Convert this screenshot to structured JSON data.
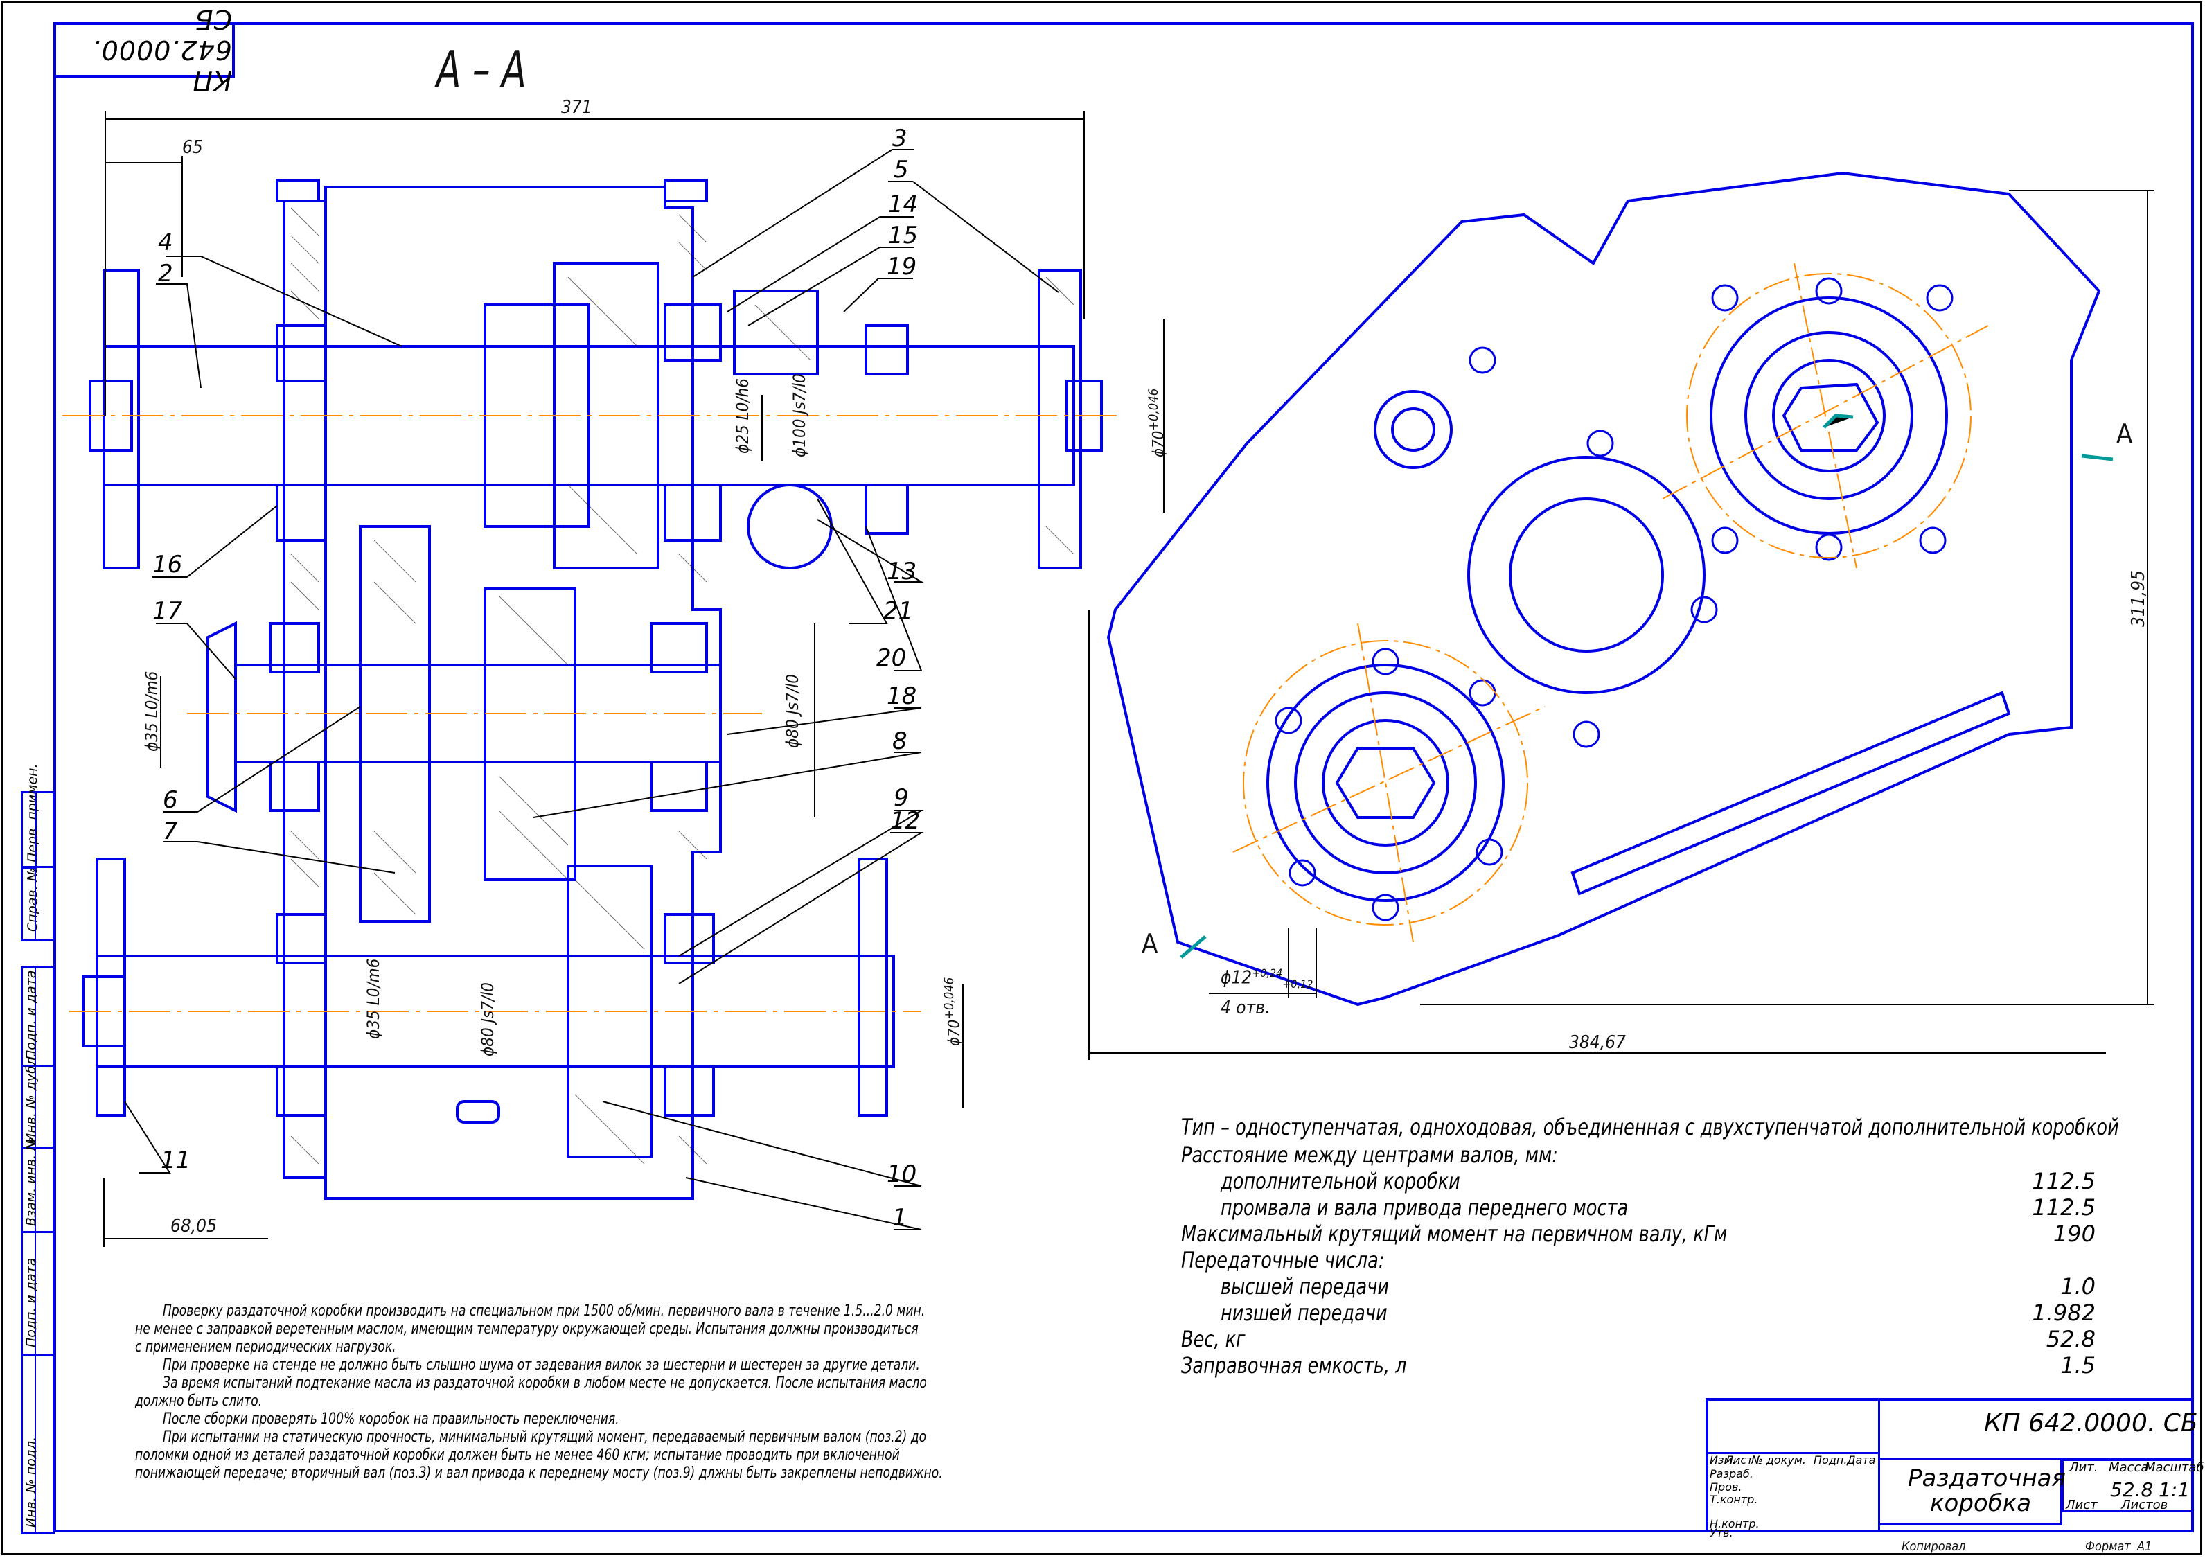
{
  "drawing": {
    "stamp_code": "КП 642.0000. СБ",
    "section_title": "А – А",
    "section_marker": "А",
    "colors": {
      "outline": "#0000e6",
      "centerline": "#ff8c00",
      "cut_mark": "#009999",
      "dimension": "#000000"
    }
  },
  "section_view": {
    "dimensions": {
      "overall_length": "371",
      "left_offset": "65",
      "bottom_offset": "68,05",
      "shaft_d25": "ϕ25",
      "shaft_d25_fit_top": "L0",
      "shaft_d25_fit_bottom": "h6",
      "bore_d100": "ϕ100",
      "bore_d100_fit_top": "Js7",
      "bore_d100_fit_bottom": "l0",
      "flange_d70_top": "ϕ70",
      "flange_d70_top_tol": "+0,046",
      "shaft_d35_mid": "ϕ35",
      "shaft_d35_mid_fit_top": "L0",
      "shaft_d35_mid_fit_bottom": "m6",
      "bore_d80_mid": "ϕ80",
      "bore_d80_mid_fit_top": "Js7",
      "bore_d80_mid_fit_bottom": "l0",
      "shaft_d35_low": "ϕ35",
      "shaft_d35_low_fit_top": "L0",
      "shaft_d35_low_fit_bottom": "m6",
      "bore_d80_low": "ϕ80",
      "bore_d80_low_fit_top": "Js7",
      "bore_d80_low_fit_bottom": "l0",
      "flange_d70_low": "ϕ70",
      "flange_d70_low_tol": "+0,046"
    },
    "positions": [
      "1",
      "2",
      "3",
      "4",
      "5",
      "6",
      "7",
      "8",
      "9",
      "10",
      "11",
      "12",
      "13",
      "14",
      "15",
      "16",
      "17",
      "18",
      "19",
      "20",
      "21"
    ]
  },
  "front_view": {
    "dimensions": {
      "width": "384,67",
      "height": "311,95",
      "hole": "ϕ12",
      "hole_tol_upper": "+0,24",
      "hole_tol_lower": "+0,12",
      "hole_count": "4 отв."
    },
    "section_marker": "А"
  },
  "specs": {
    "type_line": "Тип –  одноступенчатая, одноходовая, объединенная с двухступенчатой дополнительной коробкой",
    "rows": [
      {
        "label": "Расстояние между центрами валов, мм:",
        "value": "",
        "indent": false
      },
      {
        "label": "дополнительной коробки",
        "value": "112.5",
        "indent": true
      },
      {
        "label": "промвала и вала привода переднего моста",
        "value": "112.5",
        "indent": true
      },
      {
        "label": "Максимальный крутящий момент на первичном валу, кГм",
        "value": "190",
        "indent": false
      },
      {
        "label": "Передаточные числа:",
        "value": "",
        "indent": false
      },
      {
        "label": "высшей передачи",
        "value": "1.0",
        "indent": true
      },
      {
        "label": "низшей передачи",
        "value": "1.982",
        "indent": true
      },
      {
        "label": "Вес, кг",
        "value": "52.8",
        "indent": false
      },
      {
        "label": "Заправочная емкость, л",
        "value": "1.5",
        "indent": false
      }
    ]
  },
  "notes": [
    "Проверку раздаточной коробки производить на специальном при 1500 об/мин. первичного вала в течение 1.5...2.0 мин.",
    "не менее с заправкой веретенным маслом, имеющим температуру окружающей среды. Испытания должны производиться",
    "с применением периодических нагрузок.",
    "При проверке на стенде не должно быть слышно шума от задевания вилок за шестерни и шестерен за другие детали.",
    "За время испытаний подтекание масла из раздаточной коробки в любом месте не допускается. После испытания масло",
    "должно быть слито.",
    "После сборки проверять 100% коробок на правильность переключения.",
    "При испытании на статическую прочность, минимальный крутящий момент, передаваемый первичным валом (поз.2) до",
    "поломки одной из деталей раздаточной коробки должен быть не менее 460 кгм; испытание проводить при включенной",
    "понижающей передаче; вторичный вал (поз.3) и вал привода к переднему мосту (поз.9) длжны быть закреплены неподвижно."
  ],
  "side_stamps": {
    "top": [
      "Перв. примен.",
      "Справ. №"
    ],
    "bottom": [
      "Подп. и дата",
      "Инв. № дубл.",
      "Взам. инв. №",
      "Подп. и дата",
      "Инв. № подл."
    ]
  },
  "title_block": {
    "code": "КП 642.0000. СБ",
    "name_line1": "Раздаточная",
    "name_line2": "коробка",
    "header_cols": [
      "Изм.",
      "Лист",
      "№ докум.",
      "Подп.",
      "Дата"
    ],
    "roles": [
      "Разраб.",
      "Пров.",
      "Т.контр.",
      "",
      "Н.контр.",
      "Утв."
    ],
    "lit_label": "Лит.",
    "mass_label": "Масса",
    "scale_label": "Масштаб",
    "mass_value": "52.8",
    "scale_value": "1:1",
    "sheet_label": "Лист",
    "sheets_label": "Листов",
    "copied_label": "Копировал",
    "format_label": "Формат",
    "format_value": "А1"
  }
}
